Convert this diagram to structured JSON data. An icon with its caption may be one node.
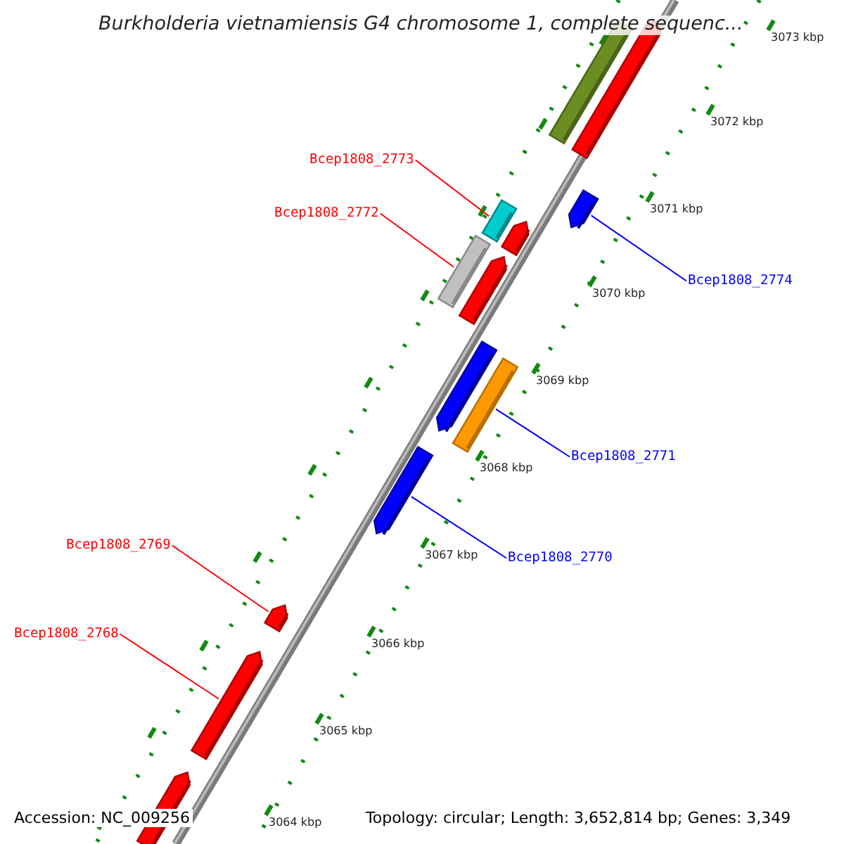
{
  "diagram": {
    "title": "Burkholderia vietnamiensis G4 chromosome 1, complete sequenc...",
    "nodes": [
      {
        "text": [],
        "shape": "box"
      },
      {
        "text": [],
        "shape": "arrow"
      },
      {
        "text": [
          "Bcep1808_2773"
        ]
      },
      {
        "text": [
          "Bcep1808_2772"
        ]
      },
      {
        "text": [],
        "shape": "arrow"
      },
      {
        "text": [],
        "shape": "box"
      },
      {
        "text": [],
        "shape": "arrow"
      },
      {
        "text": [],
        "shape": "box"
      },
      {
        "text": [
          "Bcep1808_2774"
        ]
      },
      {
        "text": [],
        "shape": "arrow"
      },
      {
        "text": [],
        "shape": "arrow"
      },
      {
        "text": [],
        "shape": "box"
      },
      {
        "text": [
          "Bcep1808_2771"
        ]
      },
      {
        "text": [],
        "shape": "arrow"
      },
      {
        "text": [
          "Bcep1808_2769"
        ]
      },
      {
        "text": [
          "Bcep1808_2770"
        ]
      },
      {
        "text": [],
        "shape": "arrow"
      },
      {
        "text": [
          "Bcep1808_2768"
        ]
      },
      {
        "text": [],
        "shape": "arrow"
      },
      {
        "text": [],
        "shape": "arrow"
      }
    ],
    "edges": [
      {
        "from": 2,
        "to": 5,
        "arrow": "none"
      },
      {
        "from": 3,
        "to": 7,
        "arrow": "none"
      },
      {
        "from": 8,
        "to": 4,
        "arrow": "none",
        "color": "#0000ff"
      },
      {
        "from": 12,
        "to": 11,
        "arrow": "none",
        "color": "#0000ff"
      },
      {
        "from": 14,
        "to": 16,
        "arrow": "none"
      },
      {
        "from": 15,
        "to": 13,
        "arrow": "none",
        "color": "#0000ff"
      },
      {
        "from": 17,
        "to": 18,
        "arrow": "none"
      }
    ],
    "labels": [
      "3073 kbp",
      "3072 kbp",
      "3071 kbp",
      "3070 kbp",
      "3069 kbp",
      "3068 kbp",
      "3067 kbp",
      "3066 kbp",
      "3065 kbp",
      "3064 kbp",
      "Accession: NC_009256",
      "Topology: circular; Length: 3,652,814 bp; Genes: 3,349"
    ]
  }
}
